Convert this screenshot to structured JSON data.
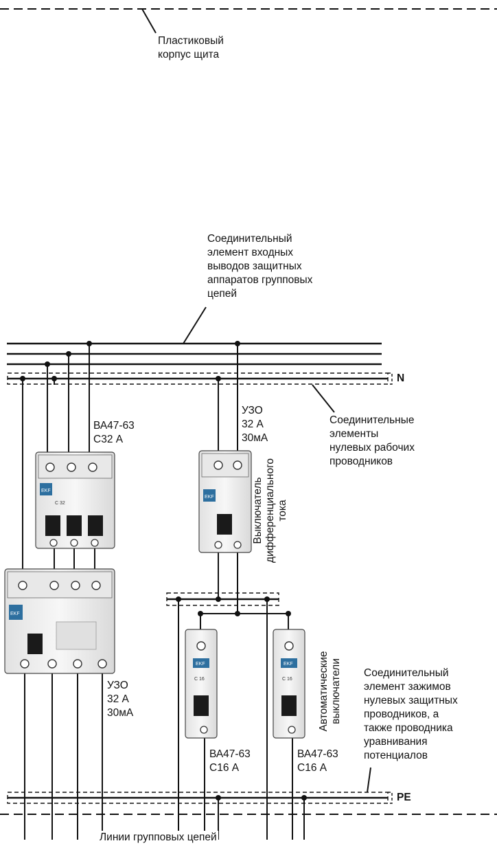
{
  "labels": {
    "housing": "Пластиковый\nкорпус щита",
    "input_connector": "Соединительный\nэлемент входных\nвыводов защитных\nаппаратов групповых\nцепей",
    "n_label": "N",
    "pe_label": "PE",
    "n_connectors": "Соединительные\nэлементы\nнулевых рабочих\nпроводников",
    "breaker_3p": "ВА47-63\nС32 А",
    "rcd_top": "УЗО\n32 А\n30мА",
    "rcd_rotated": "Выключатель\nдифференциального\nтока",
    "rcd_bottom": "УЗО\n32 А\n30мА",
    "auto_rotated": "Автоматические\nвыключатели",
    "pe_connector": "Соединительный\nэлемент зажимов\nнулевых защитных\nпроводников, а\nтакже проводника\nуравнивания\nпотенциалов",
    "breaker_1": "ВА47-63\nС16 А",
    "breaker_2": "ВА47-63\nС16 А",
    "group_lines": "Линии групповых цепей"
  },
  "device_marks": {
    "brand": "EKF",
    "breaker_3p_rating": "C 32",
    "breaker_1_rating": "C 16",
    "breaker_2_rating": "C 16"
  },
  "colors": {
    "line": "#111111",
    "device_body": "#f0f0f0",
    "device_shade": "#d6d6d6",
    "handle": "#1a1a1a",
    "label_plate": "#2d6f9f"
  }
}
